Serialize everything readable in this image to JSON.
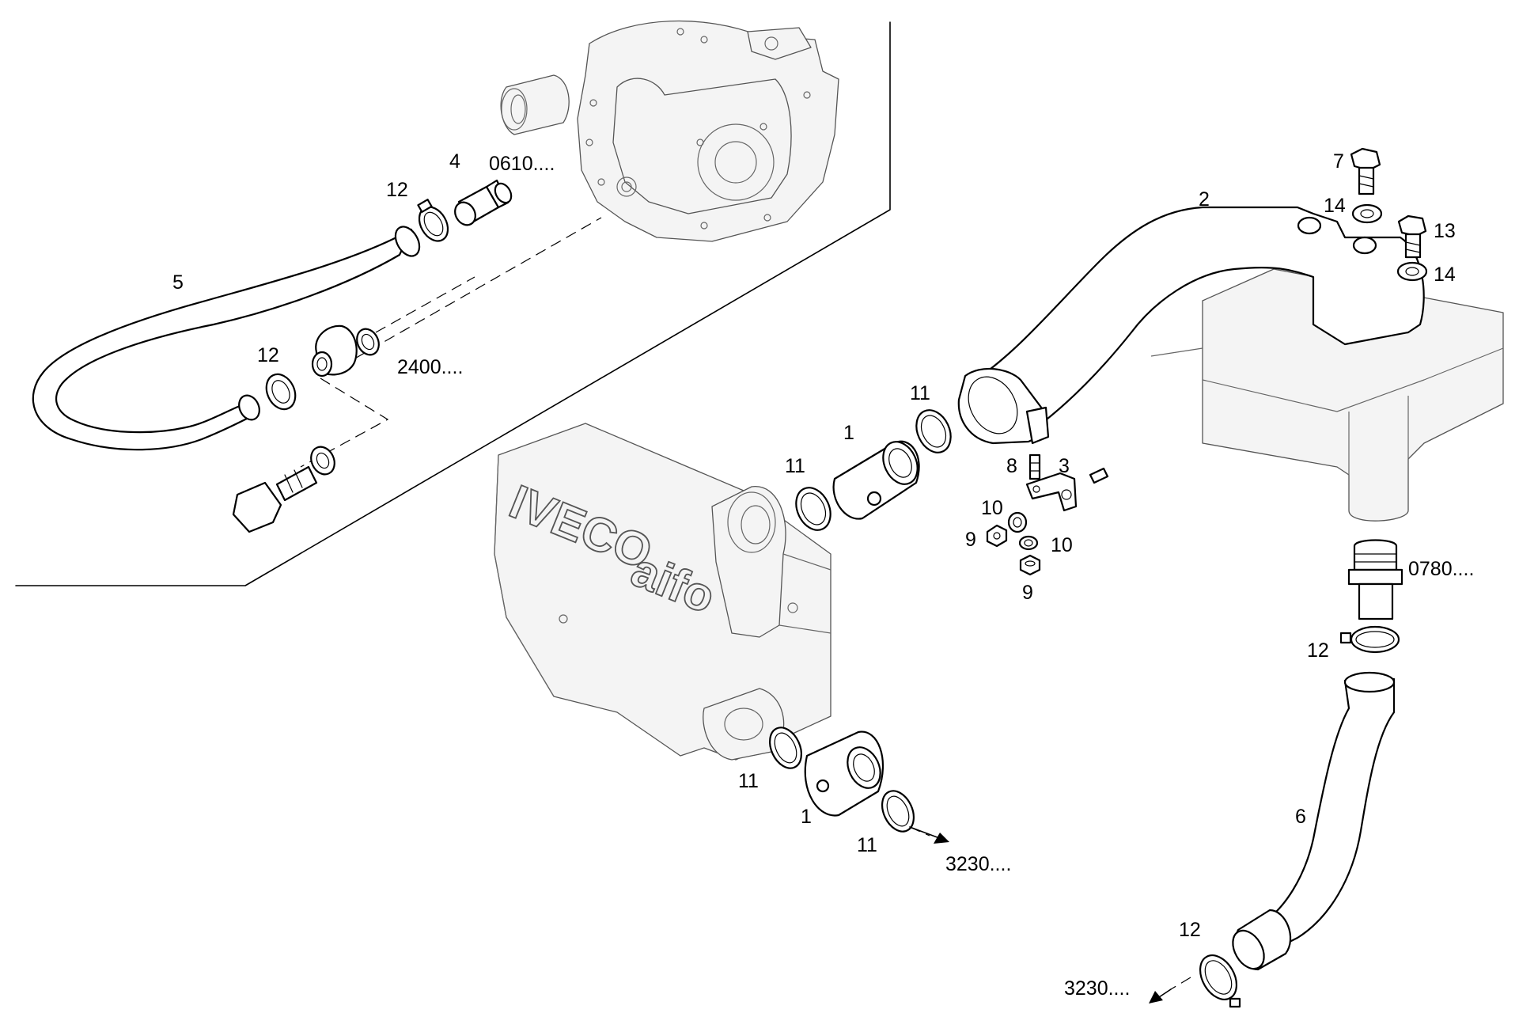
{
  "labels": {
    "p5": "5",
    "p12_top": "12",
    "p4": "4",
    "ref_0610": "0610....",
    "p12_mid": "12",
    "ref_2400": "2400....",
    "p2": "2",
    "p7": "7",
    "p14_top": "14",
    "p13": "13",
    "p14_bot": "14",
    "p11_a": "11",
    "p1_a": "1",
    "p11_b": "11",
    "p8": "8",
    "p3": "3",
    "p10_a": "10",
    "p9_a": "9",
    "p10_b": "10",
    "p9_b": "9",
    "ref_0780": "0780....",
    "p12_right": "12",
    "p6": "6",
    "p11_c": "11",
    "p1_b": "1",
    "p11_d": "11",
    "ref_3230_a": "3230....",
    "p12_bottom": "12",
    "ref_3230_b": "3230...."
  },
  "logo": {
    "brand": "IVECO",
    "sub": "aifo"
  },
  "icons": [
    "turbocharger-housing",
    "engine-block",
    "exhaust-manifold",
    "arrow-icon"
  ]
}
